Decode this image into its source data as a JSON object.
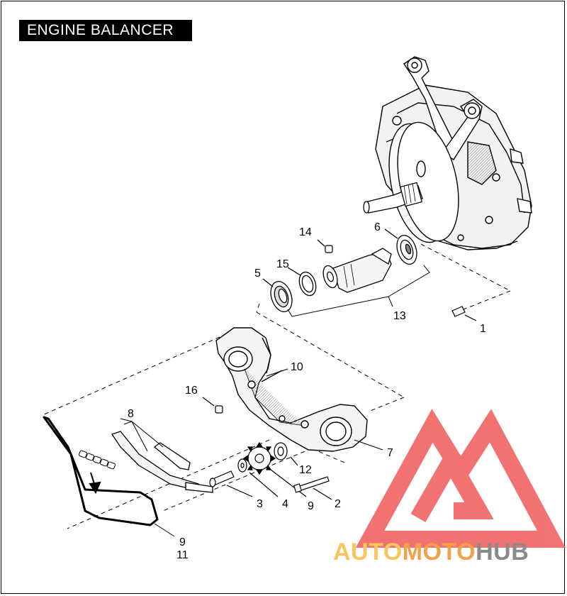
{
  "title": "ENGINE BALANCER",
  "callouts": {
    "c14": "14",
    "c6": "6",
    "c15": "15",
    "c5": "5",
    "c13": "13",
    "c1": "1",
    "c10": "10",
    "c16": "16",
    "c8": "8",
    "c7": "7",
    "c12": "12",
    "c3": "3",
    "c4": "4",
    "c9a": "9",
    "c2": "2",
    "c9b": "9",
    "c11": "11"
  },
  "watermark": {
    "part1": "AUTO",
    "part2": "MOTO",
    "part3": "HUB",
    "color1": "#f7c65c",
    "color2": "#f2a04a",
    "color3": "#8a8a8a",
    "mark_color": "#f05a5a"
  }
}
